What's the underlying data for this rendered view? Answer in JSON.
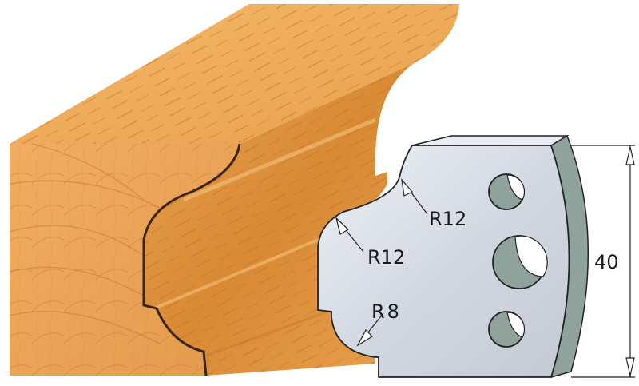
{
  "diagram": {
    "subject": "Moulding profile knife and corresponding wood profile",
    "colors": {
      "wood_light": "#f0b060",
      "wood_mid": "#e39a45",
      "wood_dark": "#c9772a",
      "wood_endgrain": "#eda65a",
      "outline_brown": "#3b2414",
      "steel_light": "#e4e8ef",
      "steel_mid": "#c9d0da",
      "bevel": "#8fa39c",
      "hole_fill": "#8fa39c",
      "line": "#222222"
    },
    "knife": {
      "radius_labels": [
        {
          "id": "r12_top",
          "text": "R12"
        },
        {
          "id": "r12_left",
          "text": "R12"
        },
        {
          "id": "r8_bottom",
          "text": "R8"
        }
      ],
      "holes": 3
    },
    "dimension": {
      "value": "40",
      "orientation": "vertical"
    }
  }
}
